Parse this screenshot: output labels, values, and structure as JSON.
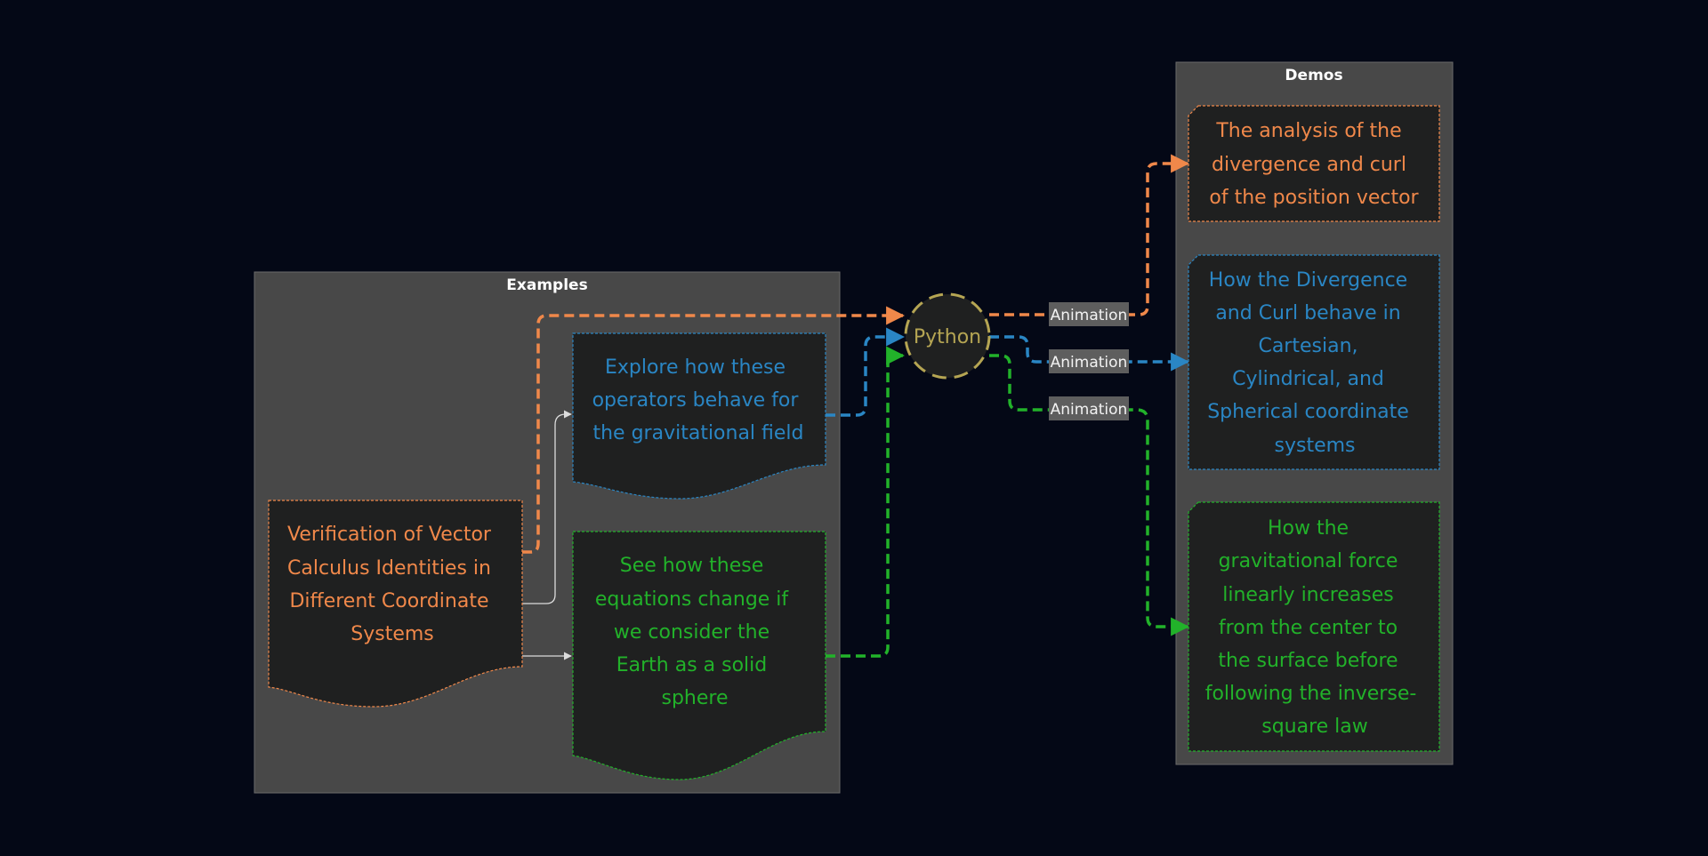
{
  "groups": {
    "examples": {
      "title": "Examples"
    },
    "demos": {
      "title": "Demos"
    }
  },
  "nodes": {
    "verification": [
      "Verification of Vector",
      "Calculus Identities in",
      "Different Coordinate",
      "Systems"
    ],
    "explore": [
      "Explore how these",
      "operators behave for",
      "the gravitational field"
    ],
    "see_how": [
      "See how these",
      "equations change if",
      "we consider the",
      "Earth as a solid",
      "sphere"
    ],
    "python": "Python",
    "demo_position": [
      "The analysis of the",
      "divergence and curl",
      "of the position vector"
    ],
    "demo_coords": [
      "How the Divergence",
      "and Curl behave in",
      "Cartesian,",
      "Cylindrical, and",
      "Spherical coordinate",
      "systems"
    ],
    "demo_gravity": [
      "How the",
      "gravitational force",
      "linearly increases",
      "from the center to",
      "the surface before",
      "following the inverse-",
      "square law"
    ]
  },
  "edge_labels": {
    "orange": "Animation",
    "blue": "Animation",
    "green": "Animation"
  },
  "colors": {
    "background": "#040816",
    "group_fill": "#484848",
    "node_fill": "#1f2020",
    "orange": "#f0884a",
    "blue": "#2a86c4",
    "green": "#22b22a",
    "python": "#b5a553",
    "white_arrow": "#dcdcdc",
    "label_bg": "#5e5e5e"
  }
}
